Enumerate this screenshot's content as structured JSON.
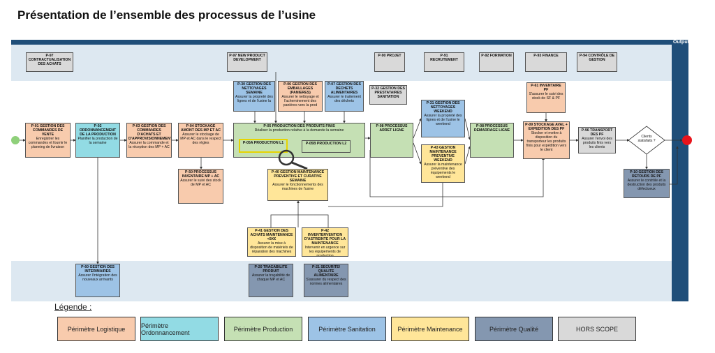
{
  "title": "Présentation de l’ensemble des processus de l’usine",
  "output_label": "Output",
  "boxes": {
    "p97a": {
      "t": "P-97 CONTRACTUALISATION DES ACHATS",
      "d": ""
    },
    "p97b": {
      "t": "P-97 NEW PRODUCT DEVELOPMENT",
      "d": ""
    },
    "p90": {
      "t": "P-90 PROJET",
      "d": ""
    },
    "p91": {
      "t": "P-91 RECRUTEMENT",
      "d": ""
    },
    "p92": {
      "t": "P-92 FORMATION",
      "d": ""
    },
    "p93": {
      "t": "P-93 FINANCE",
      "d": ""
    },
    "p94": {
      "t": "P-94 CONTRÔLE DE GESTION",
      "d": ""
    },
    "p01": {
      "t": "P-01 GESTION DES COMMANDES DE VENTE",
      "d": "Enregistrer les commandes et fournir le planning de livraison"
    },
    "p02": {
      "t": "P-02 ORDONNANCEMENT DE LA PRODUCTION",
      "d": "Planifier la production de la semaine"
    },
    "p03": {
      "t": "P-03 GESTION DES COMMANDES D'ACHATS ET D'APPROVISIONNEMENT",
      "d": "Assurer la commande et la réception des MP + AC"
    },
    "p04": {
      "t": "P-04 STOCKAGE AMONT DES MP ET AC",
      "d": "Assurer le stockage de MP et AC dans le respect des règles"
    },
    "p50": {
      "t": "P-50 PROCESSUS INVENTAIRE MP + AC",
      "d": "Assurer le suivi des stock de MP et AC"
    },
    "p30": {
      "t": "P-30 GESTION DES NETTOYAGES SEMAINE",
      "d": "Assurer la propreté des lignes et de l'usine la"
    },
    "p06": {
      "t": "P-06 GESTION DES EMBALLAGES (PANIERES)",
      "d": "Assurer le nettoyage et l'acheminement des panières vers la prod"
    },
    "p07": {
      "t": "P-07 GESTION DES DECHETS ALIMENTAIRES",
      "d": "Assurer le traitement des déchets"
    },
    "p32": {
      "t": "P-32 GESTION DES PRESTATAIRES SANITATION",
      "d": ""
    },
    "p05": {
      "t": "P-05 PRODUCTION DES PRODUITS FINIS",
      "d": "Réaliser la production relative à la demande la semaine"
    },
    "p05a": {
      "t": "P-05A PRODUCTION L1",
      "d": ""
    },
    "p05b": {
      "t": "P-05B PRODUCTION L2",
      "d": ""
    },
    "p40": {
      "t": "P-40 GESTION MAINTENANCE PREVENTIVE ET CURATIVE SEMAINE",
      "d": "Assurer le fonctionnements des machines de l'usine"
    },
    "p41": {
      "t": "P-41 GESTION DES ACHATS MAINTENANCE <5K€",
      "d": "Assurer la mise à disposition de matériels de réparation des machines"
    },
    "p42": {
      "t": "P-42 INVENTERVENTION D'ASTREINTE POUR LA MAINTENANCE",
      "d": "Intervenir en urgence sur les équipements de production"
    },
    "p08a": {
      "t": "P-08 PROCESSUS ARRET LIGNE",
      "d": ""
    },
    "p31": {
      "t": "P-31 GESTION DES NETTOYAGES WEEKEND",
      "d": "Assurer la propreté des lignes et de l'usine le weekend"
    },
    "p43": {
      "t": "P-43 GESTION MAINTENANCE PREVENTIVE WEEKEND",
      "d": "Assurer la maintenance préventive des équipements le weekend"
    },
    "p08b": {
      "t": "P-08 PROCESSUS DEMARRAGE LIGNE",
      "d": ""
    },
    "p61": {
      "t": "P-61 INVENTAIRE PF",
      "d": "S'assurer le suivi des stock de SF & PF"
    },
    "p09": {
      "t": "P-09 STOCKAGE AVAL + EXPEDITION DES PF",
      "d": "Stocker et mettre à disposition du transporteur les produits finis pour expédition vers le client"
    },
    "p96": {
      "t": "P-96 TRANSPORT DES PF",
      "d": "Assurer l'envoi des produits finis vers les clients"
    },
    "p10": {
      "t": "P-10 GESTION DES RETOURS DE PF",
      "d": "Assurer le contrôle et la destruction des produits défectueux"
    },
    "p60": {
      "t": "P-60 GESTION DES INTERIMAIRES",
      "d": "Assurer l'intégration des nouveaux arrivants"
    },
    "p20": {
      "t": "P-20 TRACABILITE PRODUIT",
      "d": "Assurer la traçabilité de chaque MP et AC"
    },
    "p21": {
      "t": "P-21 SECURITE/ QUALITE ALIMENTAIRE",
      "d": "S'assurer du respect des normes alimentaires"
    }
  },
  "decision": "Clients statisfaits ?",
  "legend": {
    "title": "Légende :",
    "items": [
      {
        "label": "Périmètre Logistique",
        "color": "#f8cbad"
      },
      {
        "label": "Périmètre Ordonnancement",
        "color": "#92dbe4"
      },
      {
        "label": "Périmètre Production",
        "color": "#c5e0b4"
      },
      {
        "label": "Périmètre Sanitation",
        "color": "#9dc3e6"
      },
      {
        "label": "Périmètre Maintenance",
        "color": "#ffe699"
      },
      {
        "label": "Périmètre Qualité",
        "color": "#8497b0"
      },
      {
        "label": "HORS SCOPE",
        "color": "#d9d9d9"
      }
    ]
  },
  "colors": {
    "band": "#dde8f1",
    "output": "#1f4e79",
    "end": "#e8141b",
    "start": "#8fd07a"
  }
}
